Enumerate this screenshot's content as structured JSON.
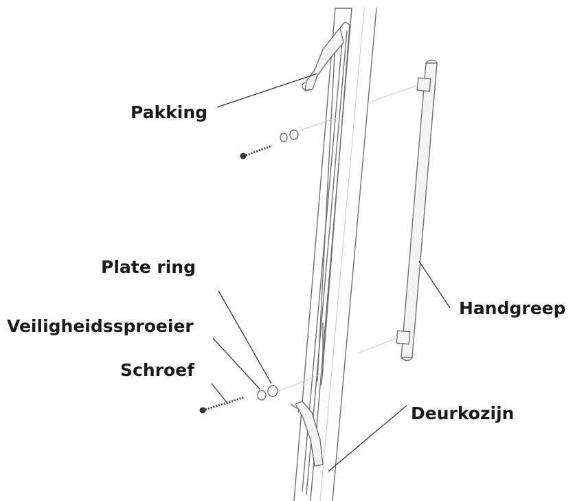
{
  "labels": {
    "pakking": "Pakking",
    "handgreep": "Handgreep",
    "plate_ring": "Plate ring",
    "veiligheidssproeier": "Veiligheidssproeier",
    "schroef": "Schroef",
    "deurkozijn": "Deurkozijn"
  }
}
